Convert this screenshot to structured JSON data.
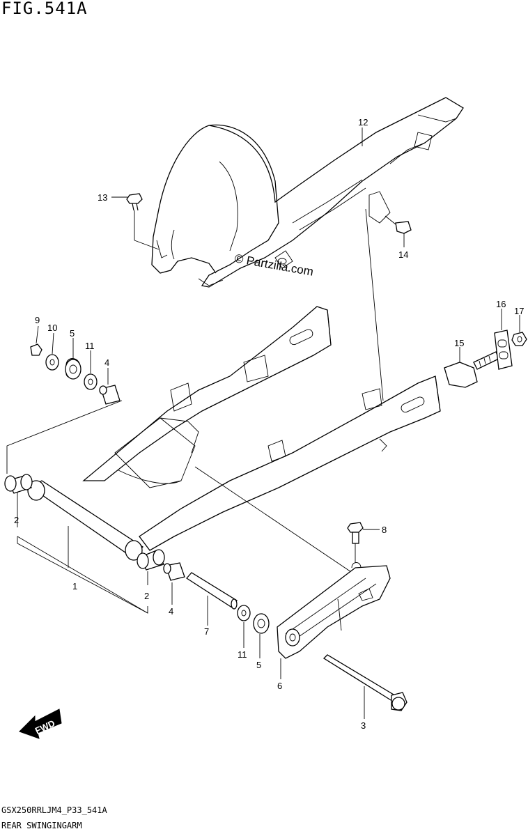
{
  "figure_title": "FIG.541A",
  "footer": {
    "model_code": "GSX250RRLJM4_P33_541A",
    "assembly_name": "REAR SWINGINGARM"
  },
  "watermark": "© Partzilla.com",
  "fwd_label": "FWD",
  "callouts": {
    "c1": "1",
    "c2a": "2",
    "c2b": "2",
    "c3": "3",
    "c4a": "4",
    "c4b": "4",
    "c5a": "5",
    "c5b": "5",
    "c6": "6",
    "c7": "7",
    "c8": "8",
    "c9": "9",
    "c10": "10",
    "c11a": "11",
    "c11b": "11",
    "c12": "12",
    "c13": "13",
    "c14": "14",
    "c15": "15",
    "c16": "16",
    "c17": "17"
  }
}
